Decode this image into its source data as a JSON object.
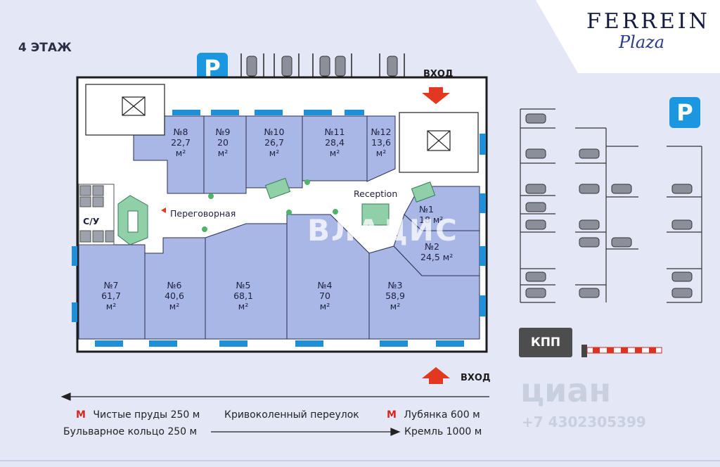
{
  "floor": "4 ЭТАЖ",
  "brand": {
    "line1": "FERREIN",
    "line2": "Plaza"
  },
  "parking_label": "P",
  "entrance_label": "ВХОД",
  "reception": "Reception",
  "meeting_room": "Переговорная",
  "restroom": "С/У",
  "checkpoint": "КПП",
  "rooms": [
    {
      "id": "№8",
      "area": "22,7",
      "unit": "м²"
    },
    {
      "id": "№9",
      "area": "20",
      "unit": "м²"
    },
    {
      "id": "№10",
      "area": "26,7",
      "unit": "м²"
    },
    {
      "id": "№11",
      "area": "28,4",
      "unit": "м²"
    },
    {
      "id": "№12",
      "area": "13,6",
      "unit": "м²"
    },
    {
      "id": "№1",
      "area": "18 м²",
      "unit": ""
    },
    {
      "id": "№2",
      "area": "24,5 м²",
      "unit": ""
    },
    {
      "id": "№7",
      "area": "61,7",
      "unit": "м²"
    },
    {
      "id": "№6",
      "area": "40,6",
      "unit": "м²"
    },
    {
      "id": "№5",
      "area": "68,1",
      "unit": "м²"
    },
    {
      "id": "№4",
      "area": "70",
      "unit": "м²"
    },
    {
      "id": "№3",
      "area": "58,9",
      "unit": "м²"
    }
  ],
  "legend": {
    "metro_symbol": "М",
    "left_top": "Чистые пруды 250 м",
    "left_bottom": "Бульварное кольцо 250 м",
    "center": "Кривоколенный переулок",
    "right_top": "Лубянка 600 м",
    "right_bottom": "Кремль 1000 м"
  },
  "watermarks": {
    "vladis": "ВЛАДИС",
    "cian": "циан",
    "cian_phone": "+7 4302305399"
  },
  "colors": {
    "room": "#a9b7e6",
    "wall": "#1c1c1c",
    "window": "#1f8fd8",
    "parking": "#1a97df",
    "metro": "#d3281c",
    "arrow": "#e2381f",
    "green": "#8fd0a8"
  }
}
